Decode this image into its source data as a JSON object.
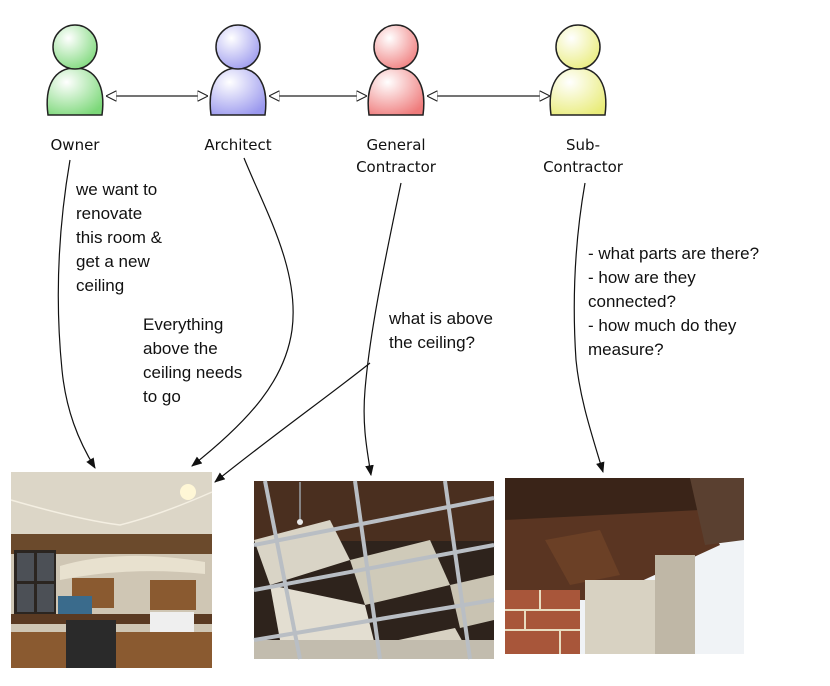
{
  "colors": {
    "owner": "#8fe08c",
    "architect": "#a9a8f2",
    "general_contractor": "#f28c8c",
    "sub_contractor": "#eef08a"
  },
  "roles": {
    "owner": "Owner",
    "architect": "Architect",
    "general_contractor": "General\nContractor",
    "sub_contractor": "Sub-\nContractor"
  },
  "notes": {
    "owner": "we want to\nrenovate\nthis room &\nget a new\nceiling",
    "architect": "Everything\nabove the\nceiling needs\nto go",
    "general_contractor": "what is above\nthe ceiling?",
    "sub_contractor": "- what parts are there?\n- how are they\nconnected?\n- how much do they\nmeasure?"
  },
  "photos": {
    "kitchen": "kitchen room photo",
    "ceiling_grid": "suspended ceiling grid photo",
    "beam": "wooden beam and brick wall photo"
  }
}
